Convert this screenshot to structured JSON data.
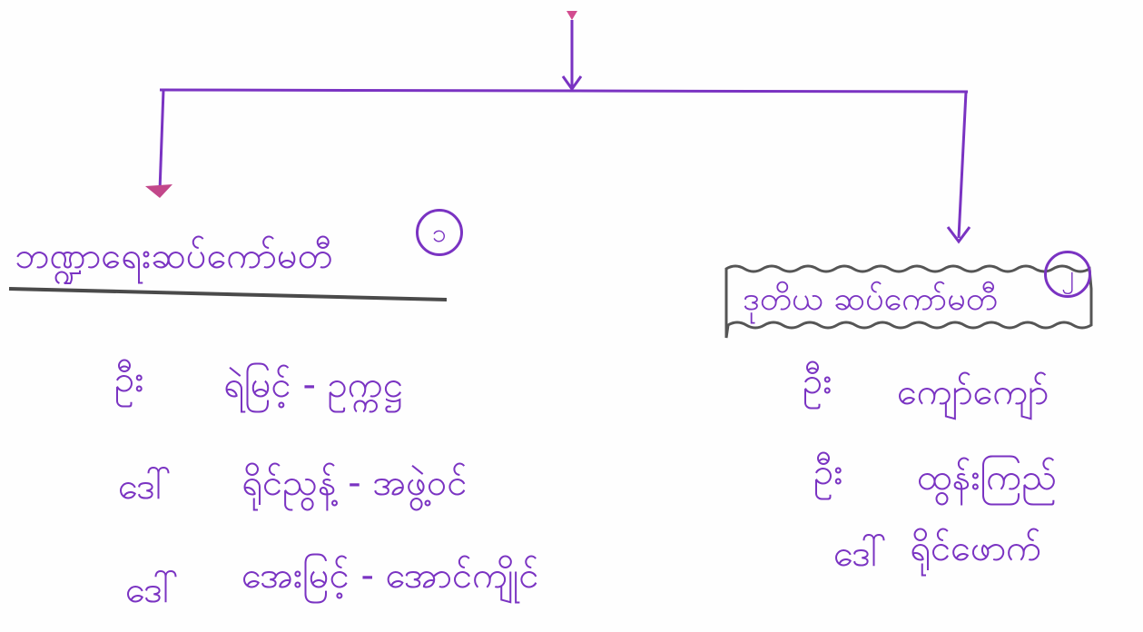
{
  "tree": {
    "left_branch": {
      "heading": "ဘဏ္ဍာရေးဆပ်ကော်မတီ",
      "number": "၁",
      "members": [
        {
          "title": "ဦး",
          "name": "ရဲမြင့် - ဥက္ကဋ္ဌ"
        },
        {
          "title": "ဒေါ်",
          "name": "ရိုင်ညွန့် - အဖွဲ့ဝင်"
        },
        {
          "title": "ဒေါ်",
          "name": "အေးမြင့် - အောင်ကျိုင်"
        }
      ]
    },
    "right_branch": {
      "heading": "ဒုတိယ ဆပ်ကော်မတီ",
      "number": "၂",
      "members": [
        {
          "title": "ဦး",
          "name": "ကျော်ကျော်"
        },
        {
          "title": "ဦး",
          "name": "ထွန်းကြည်"
        },
        {
          "title": "ဒေါ်",
          "name": "ရိုင်ဖောက်"
        }
      ]
    }
  },
  "colors": {
    "ink": "#7a33c2",
    "box": "#555555",
    "underline": "#4a4a4a"
  }
}
